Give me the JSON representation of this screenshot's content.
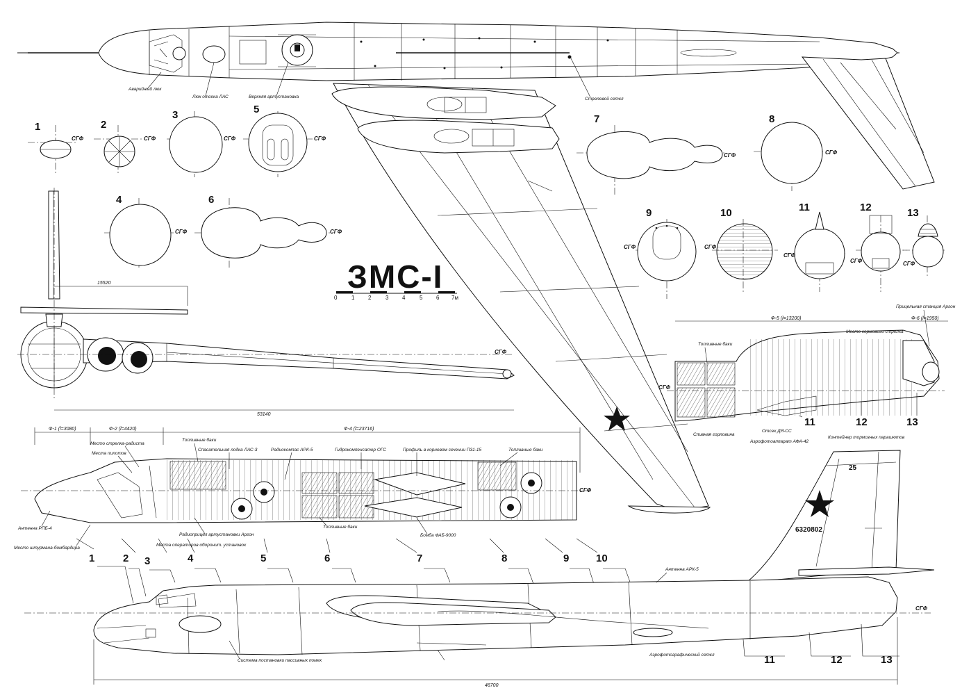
{
  "title": "ЗМС-I",
  "axis_label": "СГФ",
  "scale": {
    "ticks": [
      "0",
      "1",
      "2",
      "3",
      "4",
      "5",
      "6",
      "7м"
    ]
  },
  "section_numbers_top": [
    "1",
    "2",
    "3",
    "4",
    "5",
    "6"
  ],
  "section_numbers_right": [
    "7",
    "8",
    "9",
    "10",
    "11",
    "12",
    "13"
  ],
  "section_numbers_bottom": [
    "1",
    "2",
    "3",
    "4",
    "5",
    "6",
    "7",
    "8",
    "9",
    "10",
    "11",
    "12",
    "13"
  ],
  "tail_section_numbers": [
    "11",
    "12",
    "13"
  ],
  "dimensions": {
    "tail_span": "15520",
    "wing_span": "53140",
    "length": "46700",
    "f1": "Ф-1 (l=3080)",
    "f2": "Ф-2 (l=4420)",
    "f4": "Ф-4 (l=23716)",
    "f5": "Ф-5 (l=13200)",
    "f6": "Ф-6 (l=1950)"
  },
  "top_view_labels": {
    "escape_hatch": "Аварийный люк",
    "ejection_hatch": "Люк отсека ЛАС",
    "upper_turret": "Верхняя артустановка",
    "stroke_pole": "Стрелевой сеткл"
  },
  "interior_labels": {
    "navigator_seat": "Место штурмана-бомбардира",
    "rpb_antenna": "Антенна РПБ-4",
    "pilots": "Места пилотов",
    "gunner_radio": "Место стрелка-радиста",
    "operator_seats": "Места операторов оборонит. установок",
    "radar_turret": "Радиоприцел артустановки Аргон",
    "fuel_tanks_a": "Топливные баки",
    "rescue_boat": "Спасательная лодка ЛАС-3",
    "radio_compass": "Радиокомпас АРК-5",
    "gyro": "Гидрокомпенсатор ОГС",
    "profile_wing": "Профиль в корневом сечении П31-15",
    "fuel_tanks_b": "Топливные баки",
    "fuel_tanks_c": "Топливные баки",
    "bomb": "Бомба ФАБ-9000"
  },
  "tail_labels": {
    "fuel_tanks": "Топливные баки",
    "tail_gunner": "Место кормового стрелка",
    "argon_station": "Прицельная станция Аргон",
    "bay": "Отсек ДЯ-СС",
    "aerial_camera": "Аэрофотоаппарат АФА-42",
    "drain": "Сливная горловина",
    "chute_container": "Контейнер тормозных парашютов"
  },
  "side_labels": {
    "ark_antenna": "Антенна АРК-5",
    "aerofoto_hatch": "Аэрофотографический сеткл",
    "passive_jammer": "Система постановки пассивных помех",
    "registration": "6320802",
    "tail_number": "25"
  }
}
